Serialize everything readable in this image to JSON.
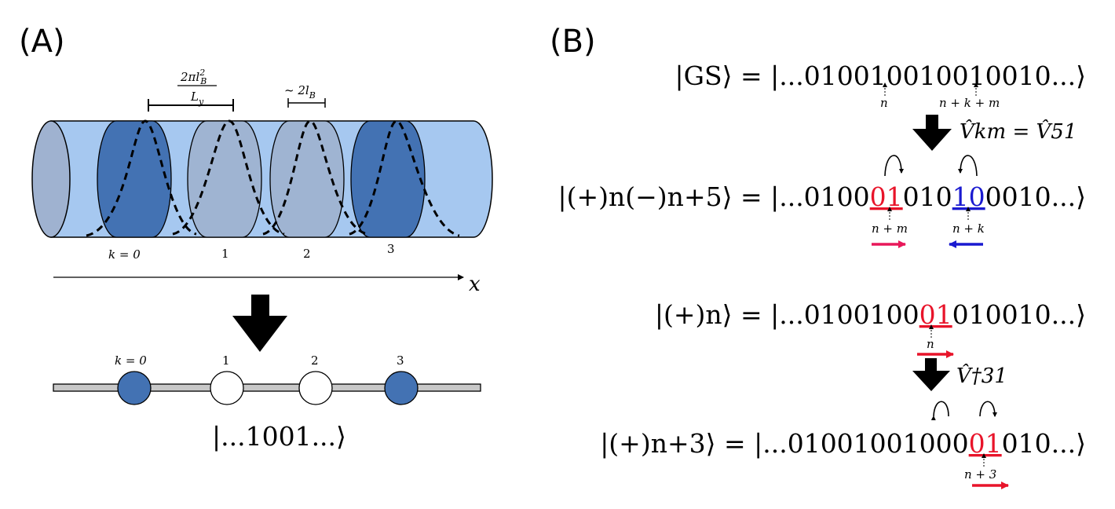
{
  "panels": {
    "a": "(A)",
    "b": "(B)"
  },
  "cylinder": {
    "spacing_label": "2πl²B/Ly",
    "spacing_num": "2πl",
    "spacing_sup": "2",
    "spacing_sub": "B",
    "spacing_den": "L",
    "spacing_den_sub": "y",
    "width_label": "~ 2l",
    "width_sub": "B",
    "site_labels": [
      "k = 0",
      "1",
      "2",
      "3"
    ],
    "axis_label": "x",
    "colors": {
      "tube": "#a6c8f0",
      "occupied": "#4372b3",
      "empty": "#9fb4d2",
      "cap": "#9fb2d0"
    }
  },
  "chain": {
    "site_labels": [
      "k = 0",
      "1",
      "2",
      "3"
    ],
    "occupation": [
      1,
      0,
      0,
      1
    ],
    "state": "|...1001...⟩",
    "colors": {
      "filled": "#4372b3",
      "empty": "#ffffff",
      "bar": "#c8c8c8"
    }
  },
  "equations": {
    "gs": {
      "lhs": "|GS⟩ = |...",
      "digits": "0100100100",
      "digits_rest": "10010...⟩",
      "marker_n": "n",
      "marker_nkm": "n + k + m"
    },
    "op1": "V̂km = V̂51",
    "excited": {
      "lhs": "|(+)n(−)n+5⟩ = |...0100",
      "red": "01",
      "mid": "010",
      "blue": "10",
      "rest": "0010...⟩",
      "marker_nm": "n + m",
      "marker_nk": "n + k"
    },
    "single": {
      "lhs": "|(+)n⟩ = |...0100100",
      "red": "01",
      "rest": "010010...⟩",
      "marker_n": "n"
    },
    "op2": "V̂†31",
    "shifted": {
      "lhs": "|(+)n+3⟩ = |...01001001000",
      "red": "01",
      "rest": "010...⟩",
      "marker": "n + 3"
    },
    "colors": {
      "red": "#e8142a",
      "blue": "#1a1ad0",
      "pink": "#e8185a"
    }
  }
}
